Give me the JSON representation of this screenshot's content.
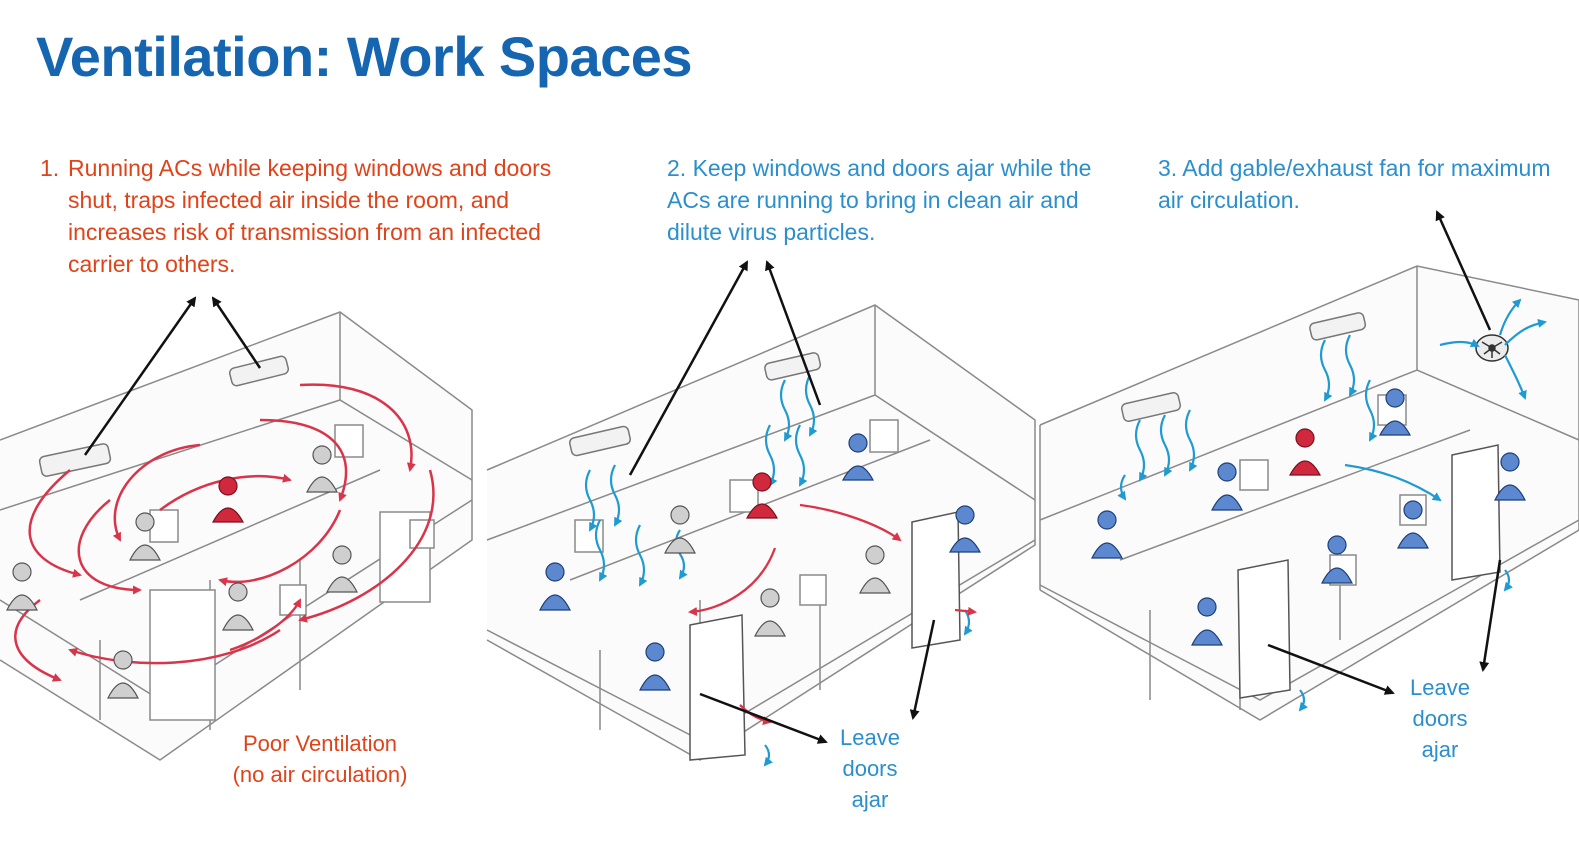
{
  "title": "Ventilation: Work Spaces",
  "panels": [
    {
      "number": "1.",
      "caption": "Running ACs while keeping windows and doors shut, traps infected air inside the room, and increases risk of transmission from an infected carrier to others.",
      "label_lines": [
        "Poor Ventilation",
        "(no air circulation)"
      ]
    },
    {
      "caption": "2. Keep windows and doors ajar while the ACs are running to bring in clean air and dilute virus particles.",
      "label_lines": [
        "Leave",
        "doors",
        "ajar"
      ]
    },
    {
      "caption": "3. Add gable/exhaust fan for maximum air circulation.",
      "label_lines": [
        "Leave",
        "doors",
        "ajar"
      ]
    }
  ],
  "colors": {
    "title": "#1565b0",
    "warning": "#e0431a",
    "advice": "#2a8fcc",
    "airflow_bad": "#d8344a",
    "airflow_good": "#1f9bd1",
    "person_healthy": "#5b88cf",
    "person_infected": "#d0283c"
  },
  "icons": [
    "ac-unit-icon",
    "person-icon",
    "door-icon",
    "exhaust-fan-icon",
    "arrow-icon"
  ]
}
